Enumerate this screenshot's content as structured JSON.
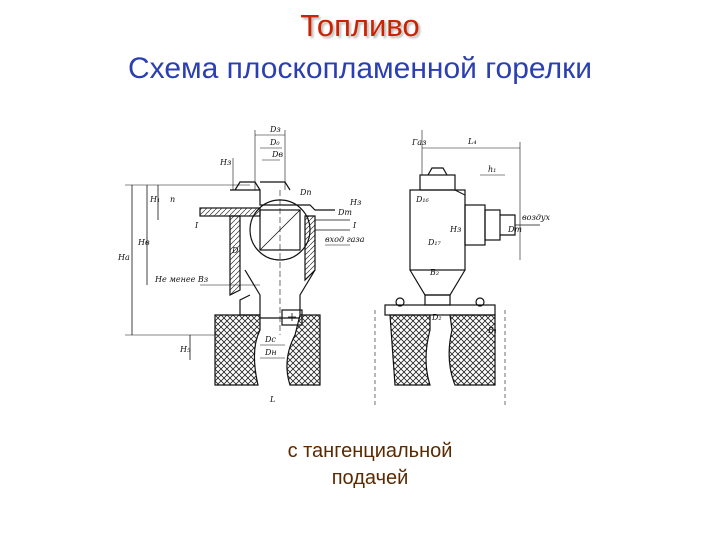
{
  "header": {
    "title": "Топливо",
    "subtitle": "Схема плоскопламенной горелки"
  },
  "drawing": {
    "labels": {
      "left": [
        "Dз",
        "D₀",
        "Dв",
        "Hз",
        "H₁",
        "n",
        "I",
        "Hа",
        "Hв",
        "D",
        "Не менее Bз",
        "Dс",
        "Dн",
        "H₅",
        "L",
        "Dп",
        "Dт",
        "Hз",
        "I",
        "вход газа"
      ],
      "right": [
        "Газ",
        "L₄",
        "h₁",
        "D₁₆",
        "Hз",
        "D₁₇",
        "воздух",
        "B₂",
        "D₂",
        "B₁",
        "Dт"
      ]
    }
  },
  "caption": {
    "line1": "с тангенциальной",
    "line2": "подачей"
  },
  "colors": {
    "title": "#cc2200",
    "subtitle": "#2b3fb0",
    "caption": "#5a2a00",
    "ink": "#111111"
  }
}
